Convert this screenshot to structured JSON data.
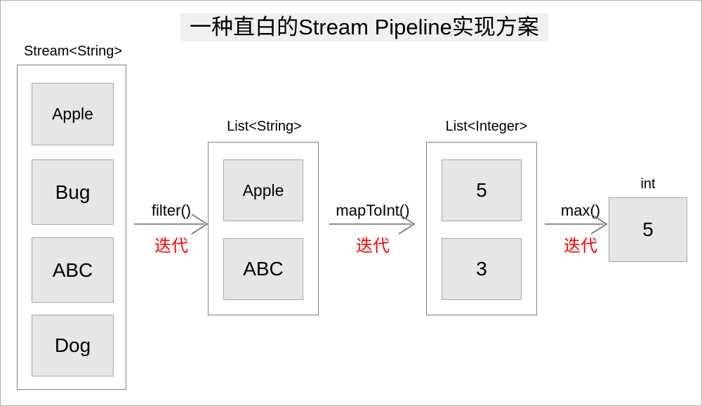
{
  "title": "一种直白的Stream Pipeline实现方案",
  "colors": {
    "box_fill": "#e6e6e6",
    "box_border": "#a6a6a6",
    "group_border": "#808080",
    "arrow": "#666666",
    "iteration_text": "#ff0000",
    "title_highlight": "#f0f0f0",
    "text": "#000000"
  },
  "stages": [
    {
      "label": "Stream<String>",
      "items": [
        "Apple",
        "Bug",
        "ABC",
        "Dog"
      ]
    },
    {
      "label": "List<String>",
      "items": [
        "Apple",
        "ABC"
      ]
    },
    {
      "label": "List<Integer>",
      "items": [
        "5",
        "3"
      ]
    },
    {
      "label": "int",
      "items": [
        "5"
      ]
    }
  ],
  "operations": [
    {
      "name": "filter()",
      "note": "迭代"
    },
    {
      "name": "mapToInt()",
      "note": "迭代"
    },
    {
      "name": "max()",
      "note": "迭代"
    }
  ]
}
